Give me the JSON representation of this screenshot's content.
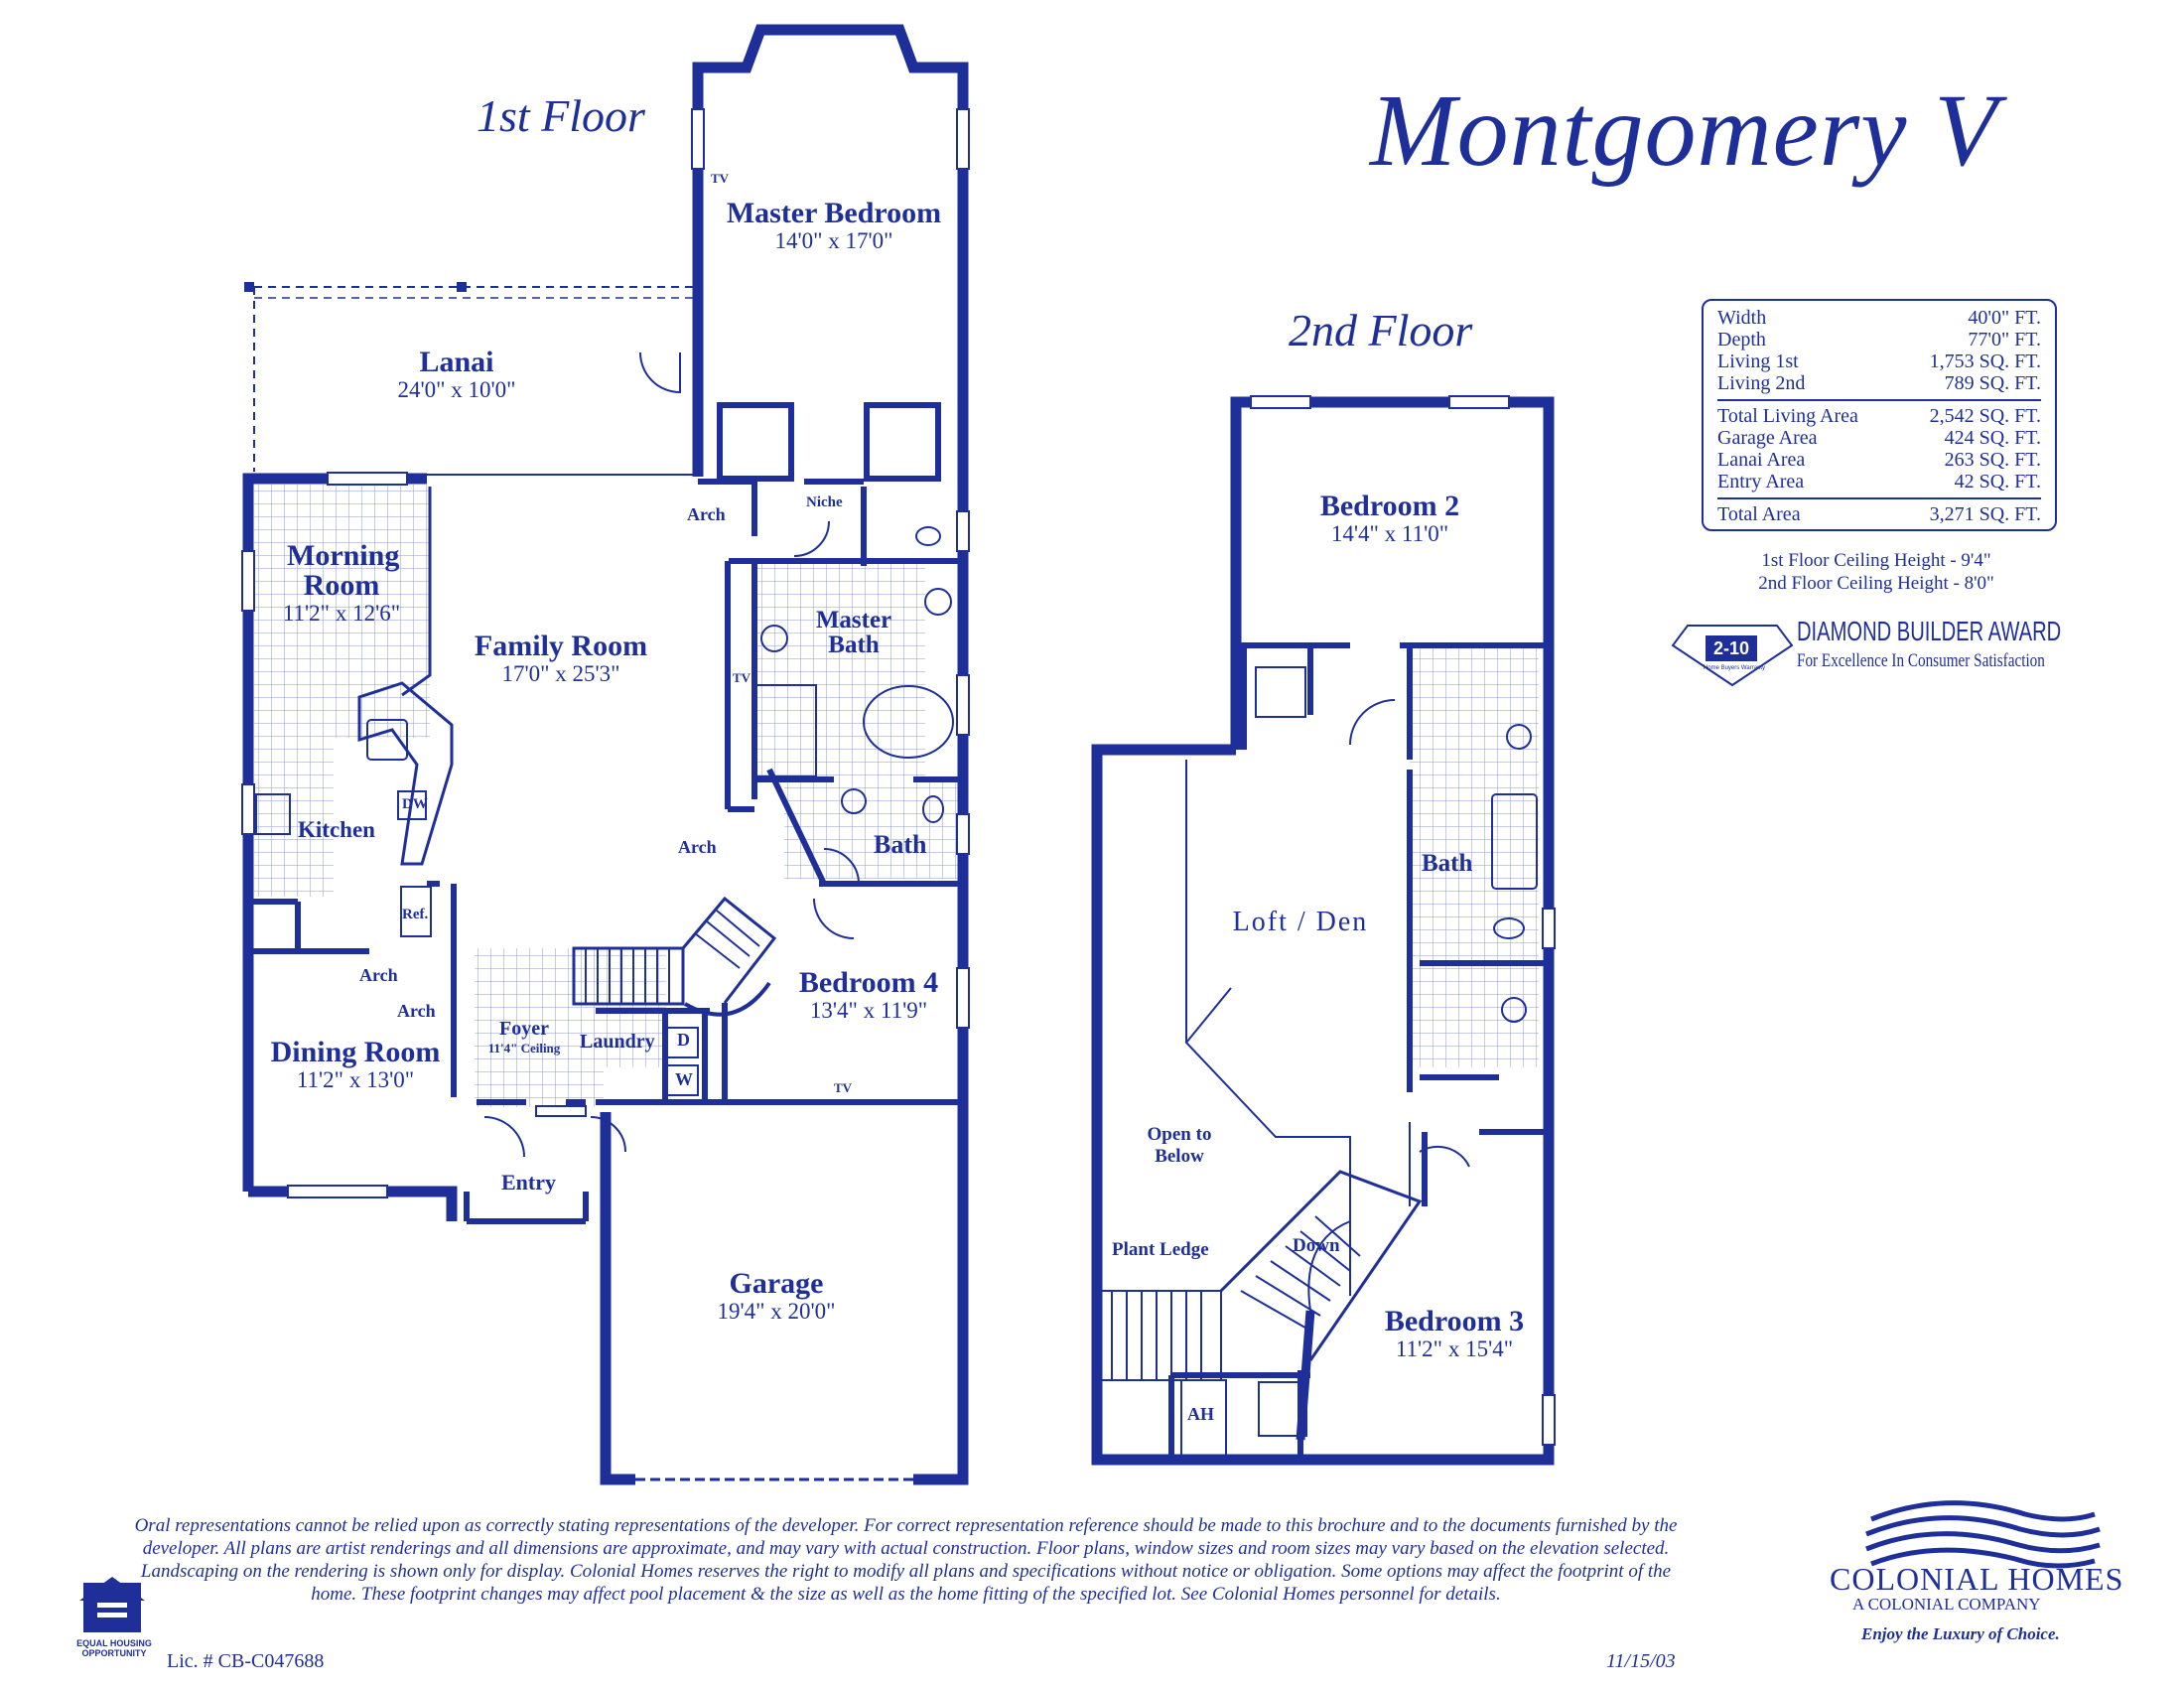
{
  "title": "Montgomery V",
  "floors": {
    "first": {
      "title": "1st Floor",
      "rooms": [
        {
          "id": "master-bedroom",
          "name": "Master Bedroom",
          "dim": "14'0\" x 17'0\""
        },
        {
          "id": "lanai",
          "name": "Lanai",
          "dim": "24'0\" x 10'0\""
        },
        {
          "id": "morning-room",
          "name": "Morning Room",
          "dim": "11'2\" x 12'6\""
        },
        {
          "id": "family-room",
          "name": "Family Room",
          "dim": "17'0\" x 25'3\""
        },
        {
          "id": "master-bath",
          "name": "Master Bath",
          "dim": ""
        },
        {
          "id": "kitchen",
          "name": "Kitchen",
          "dim": ""
        },
        {
          "id": "bath",
          "name": "Bath",
          "dim": ""
        },
        {
          "id": "bedroom-4",
          "name": "Bedroom 4",
          "dim": "13'4\" x 11'9\""
        },
        {
          "id": "dining-room",
          "name": "Dining Room",
          "dim": "11'2\" x 13'0\""
        },
        {
          "id": "garage",
          "name": "Garage",
          "dim": "19'4\" x 20'0\""
        }
      ],
      "labels": {
        "arch": "Arch",
        "niche": "Niche",
        "tv": "TV",
        "dw": "DW",
        "ref": "Ref.",
        "foyer": "Foyer",
        "foyer_ceiling": "11'4\" Ceiling",
        "laundry": "Laundry",
        "dryer": "D",
        "washer": "W",
        "entry": "Entry"
      }
    },
    "second": {
      "title": "2nd Floor",
      "rooms": [
        {
          "id": "bedroom-2",
          "name": "Bedroom 2",
          "dim": "14'4\" x 11'0\""
        },
        {
          "id": "loft-den",
          "name": "Loft / Den",
          "dim": ""
        },
        {
          "id": "bath-2",
          "name": "Bath",
          "dim": ""
        },
        {
          "id": "bedroom-3",
          "name": "Bedroom 3",
          "dim": "11'2\" x 15'4\""
        }
      ],
      "labels": {
        "open_to_below": [
          "Open to",
          "Below"
        ],
        "plant_ledge": "Plant Ledge",
        "down": "Down",
        "ah": "AH"
      }
    }
  },
  "stats": {
    "group1": [
      {
        "label": "Width",
        "value": "40'0\" FT."
      },
      {
        "label": "Depth",
        "value": "77'0\" FT."
      },
      {
        "label": "Living 1st",
        "value": "1,753 SQ. FT."
      },
      {
        "label": "Living 2nd",
        "value": "789 SQ. FT."
      }
    ],
    "group2": [
      {
        "label": "Total Living Area",
        "value": "2,542 SQ. FT."
      },
      {
        "label": "Garage Area",
        "value": "424 SQ. FT."
      },
      {
        "label": "Lanai Area",
        "value": "263 SQ. FT."
      },
      {
        "label": "Entry Area",
        "value": "42 SQ. FT."
      }
    ],
    "total": {
      "label": "Total Area",
      "value": "3,271 SQ. FT."
    }
  },
  "ceiling_heights": [
    "1st Floor Ceiling Height - 9'4\"",
    "2nd Floor Ceiling Height - 8'0\""
  ],
  "award": {
    "badge": "2-10",
    "badge_sub": "Home Buyers Warranty",
    "line1": "DIAMOND BUILDER AWARD",
    "line2": "For Excellence In Consumer Satisfaction"
  },
  "disclaimer": "Oral representations cannot be relied upon as correctly stating representations of the developer. For correct representation reference should be made to this brochure and to the documents furnished by the developer. All plans are artist renderings and all dimensions are approximate, and may vary with actual construction. Floor plans, window sizes and room sizes may vary based on the elevation selected. Landscaping on the rendering is shown only for display. Colonial Homes reserves the right to modify all plans and specifications without notice or obligation. Some options may affect the footprint of the home. These footprint changes may affect pool placement & the size as well as the home fitting of the specified lot. See Colonial Homes personnel for details.",
  "equal_housing": "EQUAL HOUSING OPPORTUNITY",
  "license": "Lic. # CB-C047688",
  "date": "11/15/03",
  "brand": {
    "name": "COLONIAL HOMES",
    "sub": "A COLONIAL COMPANY",
    "tagline": "Enjoy the Luxury of Choice."
  },
  "colors": {
    "ink": "#1f2f9a",
    "grid": "#8f9bd0"
  }
}
